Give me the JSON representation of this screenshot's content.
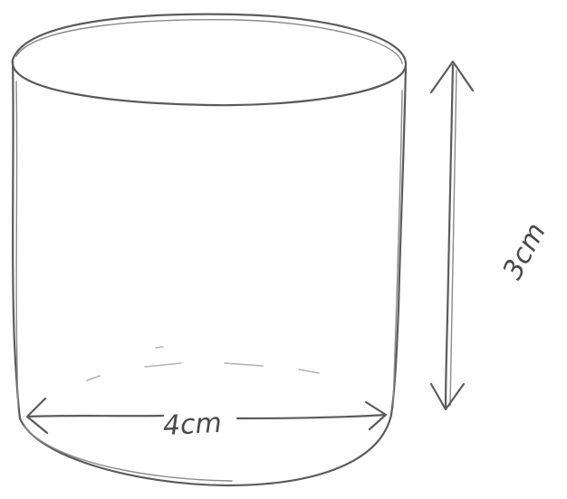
{
  "shape": "cylinder",
  "diameter_label": "4cm",
  "height_label": "3cm",
  "stroke_color": "#5b5b5b"
}
